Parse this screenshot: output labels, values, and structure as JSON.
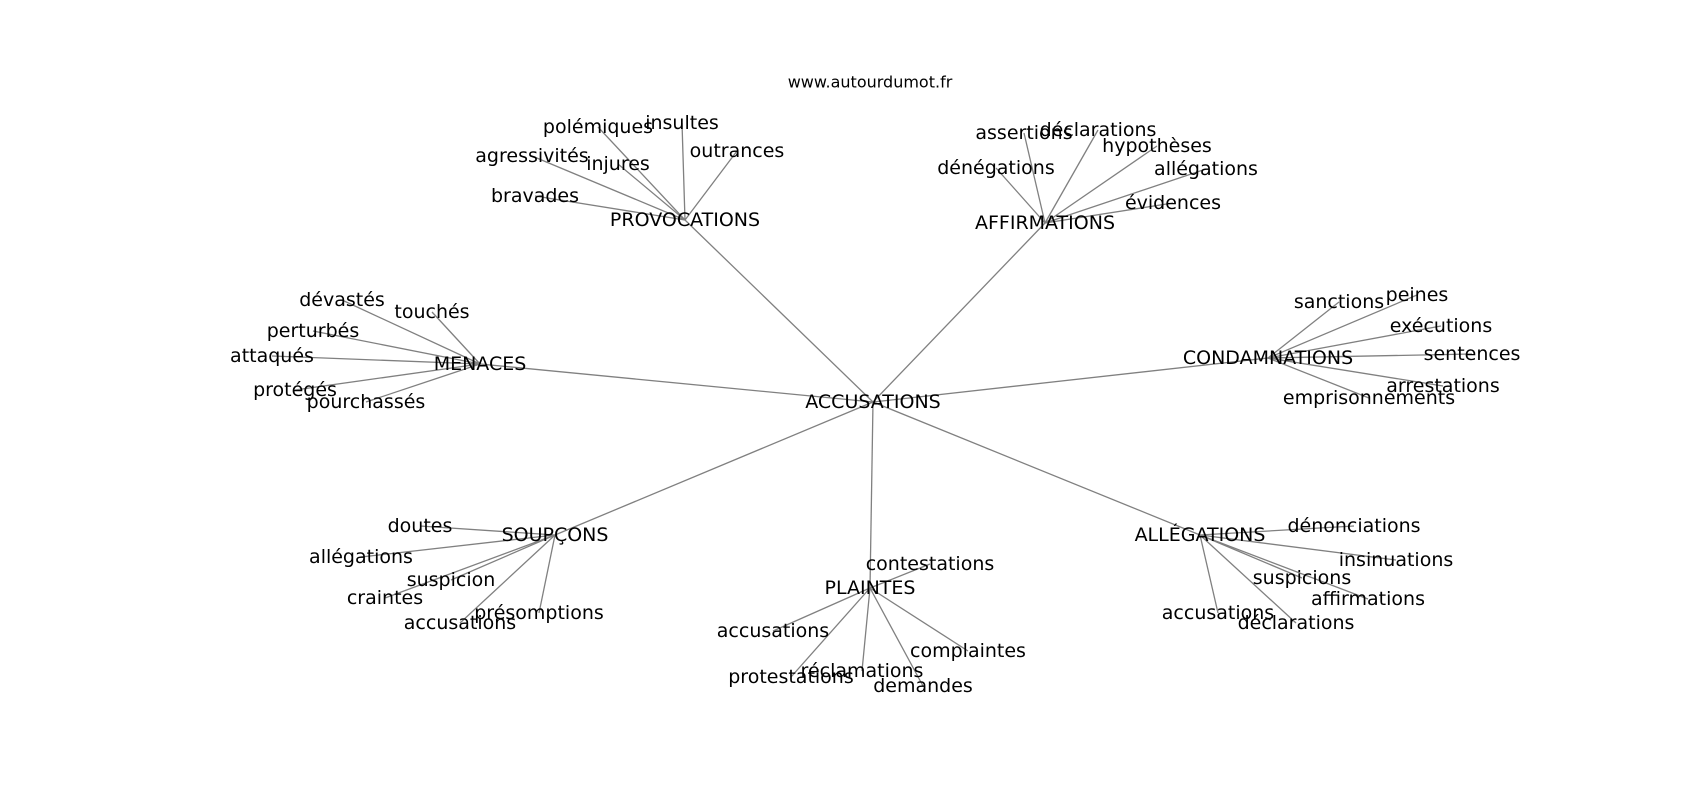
{
  "source": "www.autourdumot.fr",
  "center": "ACCUSATIONS",
  "groups": [
    {
      "label": "PROVOCATIONS",
      "words": [
        "polémiques",
        "insultes",
        "agressivités",
        "injures",
        "outrances",
        "bravades"
      ]
    },
    {
      "label": "AFFIRMATIONS",
      "words": [
        "assertions",
        "déclarations",
        "hypothèses",
        "dénégations",
        "allégations",
        "évidences"
      ]
    },
    {
      "label": "MENACES",
      "words": [
        "dévastés",
        "touchés",
        "perturbés",
        "attaqués",
        "protégés",
        "pourchassés"
      ]
    },
    {
      "label": "CONDAMNATIONS",
      "words": [
        "sanctions",
        "peines",
        "exécutions",
        "sentences",
        "arrestations",
        "emprisonnements"
      ]
    },
    {
      "label": "SOUPÇONS",
      "words": [
        "doutes",
        "allégations",
        "suspicion",
        "craintes",
        "présomptions",
        "accusations"
      ]
    },
    {
      "label": "PLAINTES",
      "words": [
        "contestations",
        "accusations",
        "complaintes",
        "réclamations",
        "protestations",
        "demandes"
      ]
    },
    {
      "label": "ALLÉGATIONS",
      "words": [
        "dénonciations",
        "insinuations",
        "suspicions",
        "affirmations",
        "accusations",
        "déclarations"
      ]
    }
  ]
}
